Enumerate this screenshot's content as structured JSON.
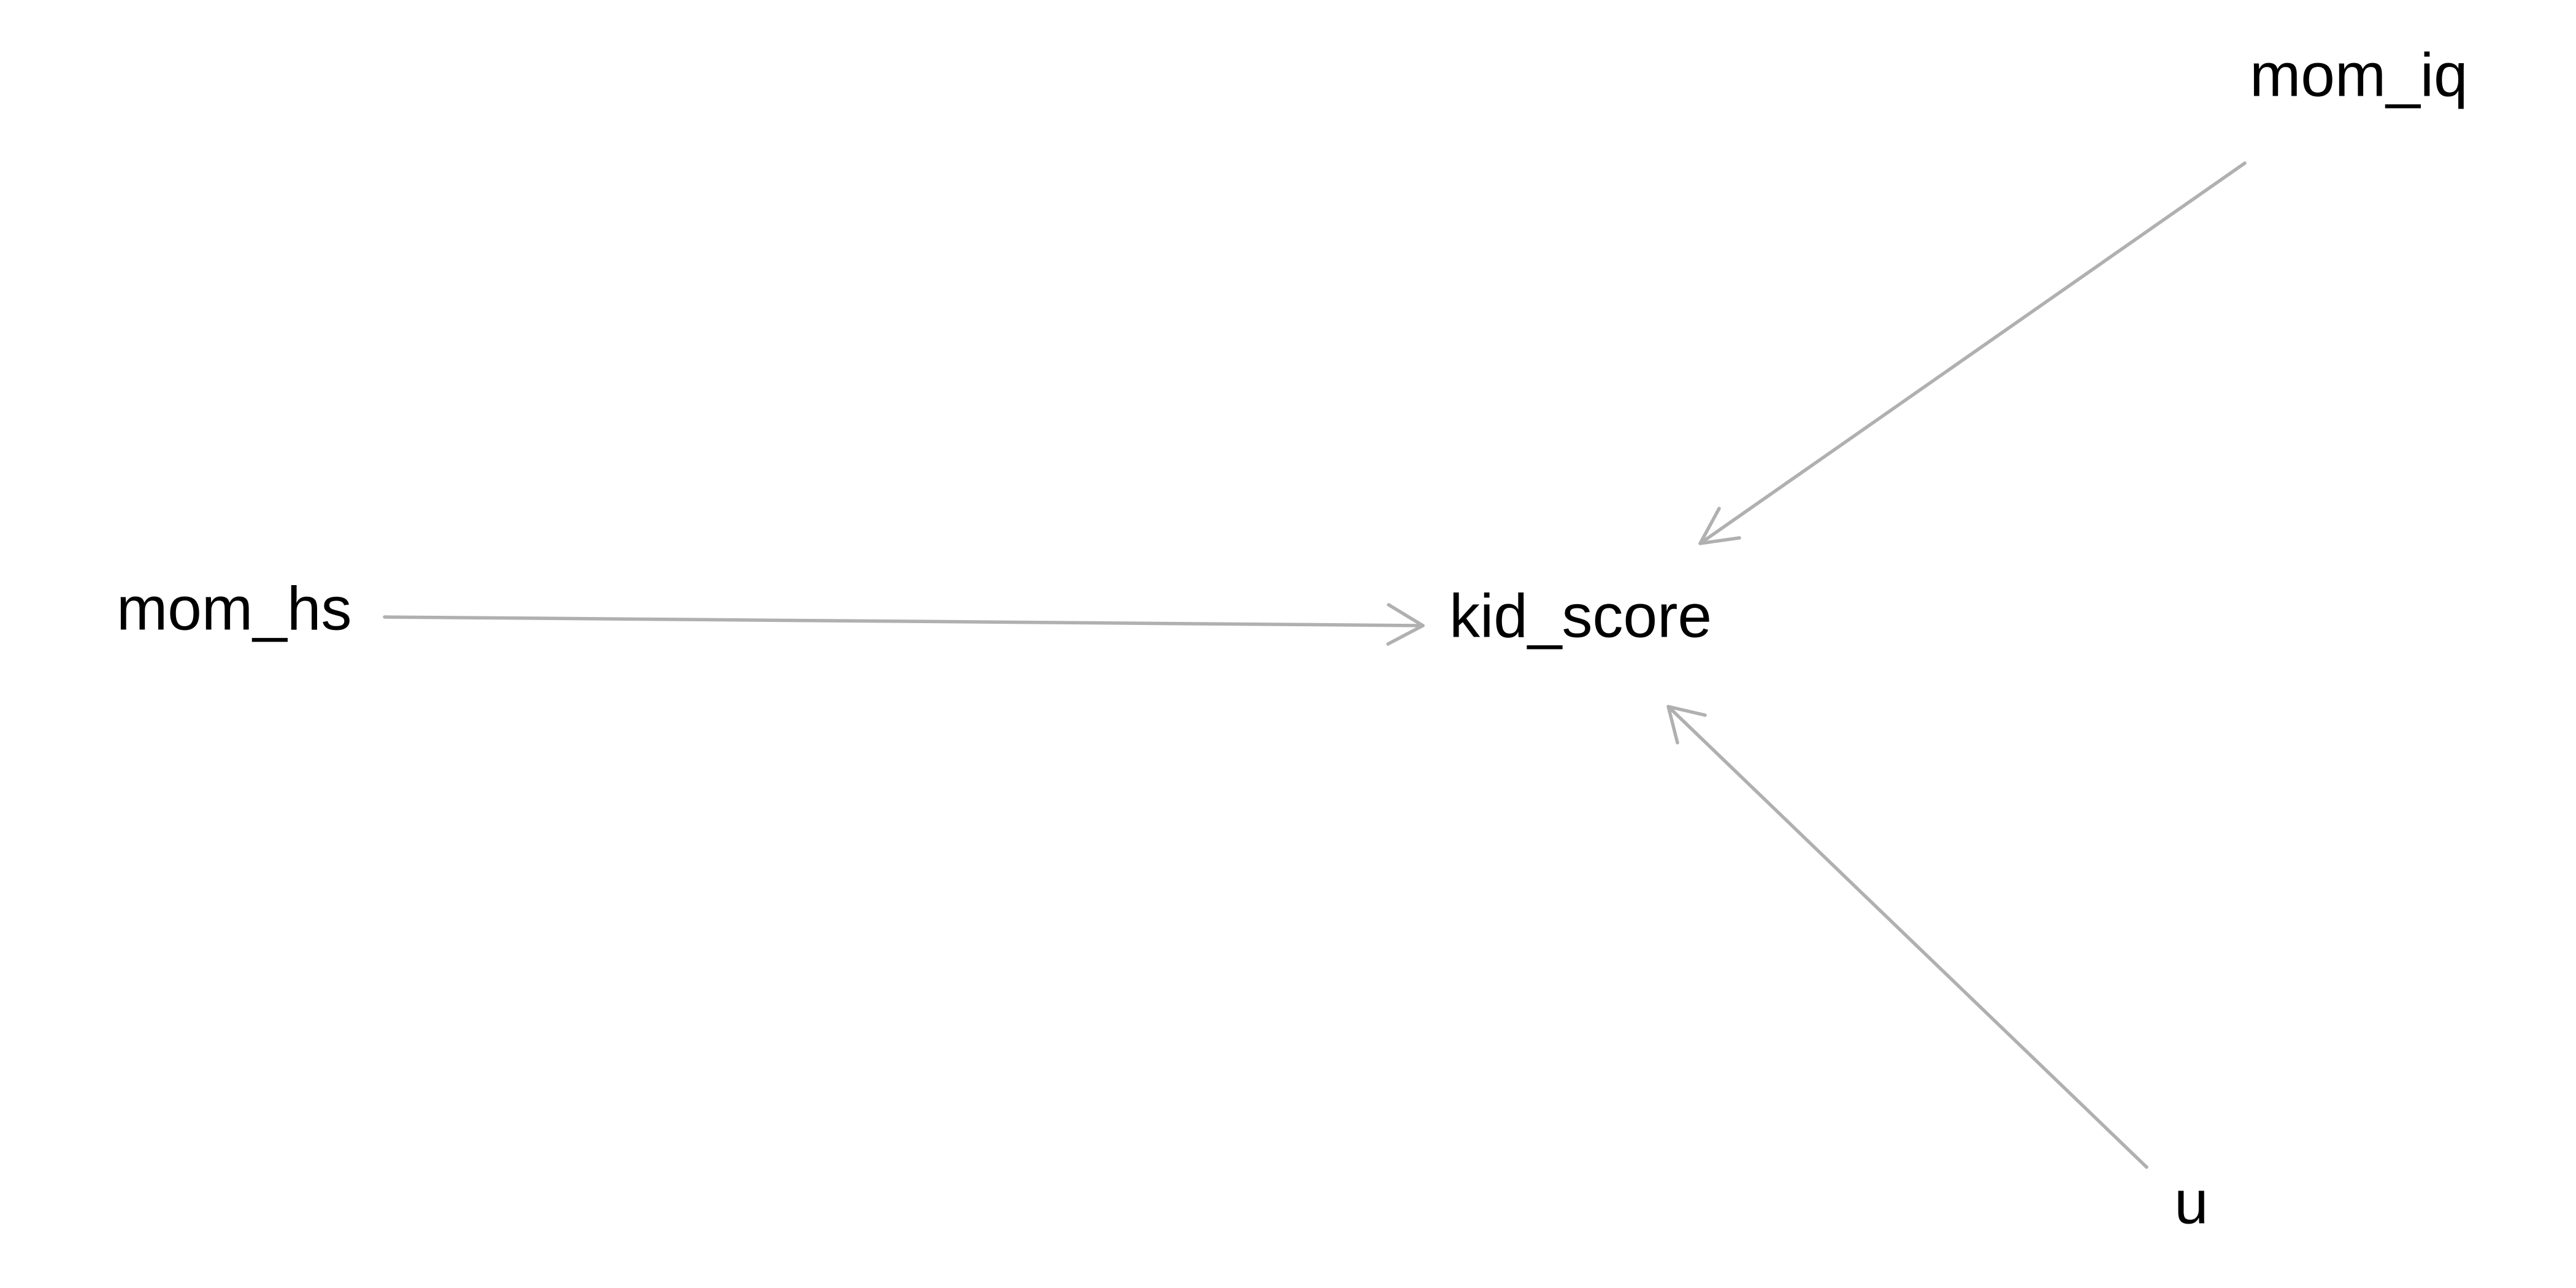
{
  "diagram": {
    "type": "directed-graph",
    "edge_color": "#b0b0b0",
    "text_color": "#000000",
    "nodes": {
      "mom_iq": "mom_iq",
      "mom_hs": "mom_hs",
      "kid_score": "kid_score",
      "u": "u"
    },
    "edges": [
      {
        "from": "mom_hs",
        "to": "kid_score"
      },
      {
        "from": "mom_iq",
        "to": "kid_score"
      },
      {
        "from": "u",
        "to": "kid_score"
      }
    ]
  }
}
